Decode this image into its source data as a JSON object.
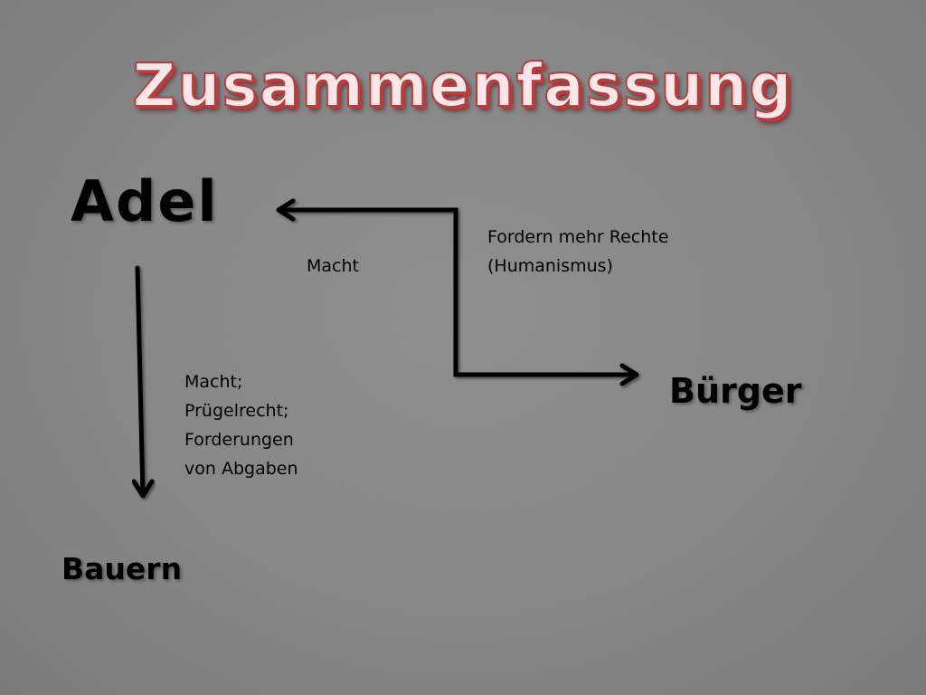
{
  "slide": {
    "title": "Zusammenfassung",
    "title_color": "#c0393b",
    "nodes": {
      "adel": "Adel",
      "buerger": "Bürger",
      "bauern": "Bauern"
    },
    "relations": {
      "adel_from_buerger": "Macht",
      "buerger_to_adel_lines": [
        "Fordern mehr Rechte",
        "(Humanismus)"
      ],
      "adel_to_bauern_lines": [
        "Macht;",
        "Prügelrecht;",
        "Forderungen",
        "von Abgaben"
      ]
    },
    "arrow_icon": "arrow-icon"
  }
}
